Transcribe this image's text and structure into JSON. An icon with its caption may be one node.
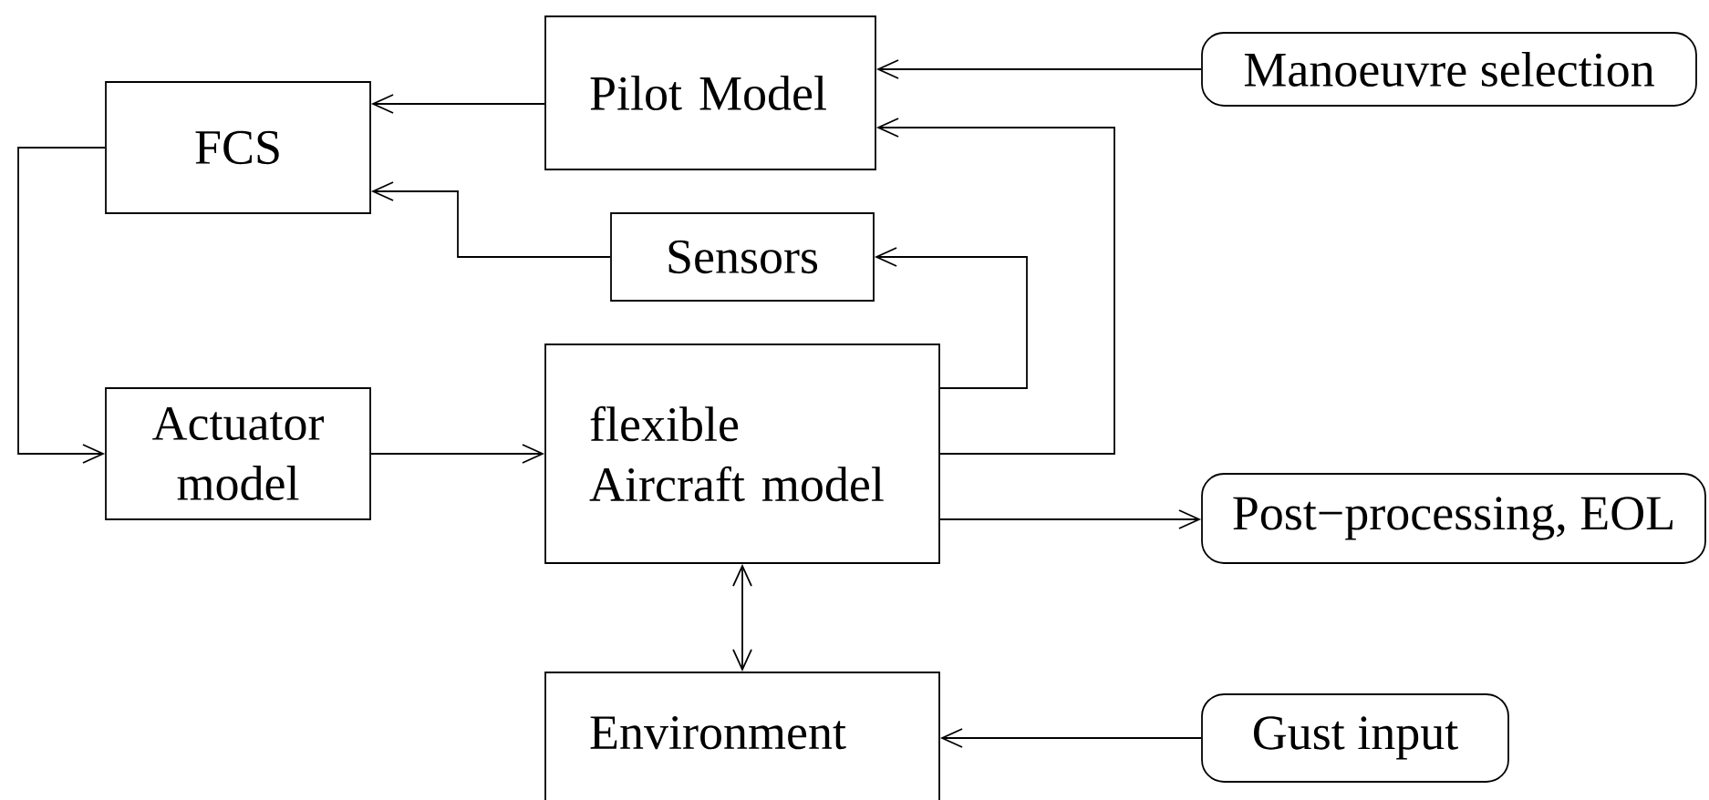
{
  "diagram": {
    "nodes": [
      {
        "text": [
          "Pilot Model"
        ]
      },
      {
        "text": [
          "Manoeuvre selection"
        ]
      },
      {
        "text": [
          "FCS"
        ]
      },
      {
        "text": [
          "Sensors"
        ]
      },
      {
        "text": [
          "Actuator model"
        ]
      },
      {
        "text": [
          "flexible Aircraft model"
        ]
      },
      {
        "text": [
          "Post−processing, EOL"
        ]
      },
      {
        "text": [
          "Environment"
        ]
      },
      {
        "text": [
          "Gust input"
        ]
      }
    ],
    "edges": [
      {
        "from": 1,
        "to": 0,
        "arrow": "to"
      },
      {
        "from": 0,
        "to": 2,
        "arrow": "to"
      },
      {
        "from": 3,
        "to": 2,
        "arrow": "to"
      },
      {
        "from": 2,
        "to": 4,
        "arrow": "to"
      },
      {
        "from": 4,
        "to": 5,
        "arrow": "to"
      },
      {
        "from": 5,
        "to": 3,
        "arrow": "to"
      },
      {
        "from": 5,
        "to": 0,
        "arrow": "to"
      },
      {
        "from": 5,
        "to": 6,
        "arrow": "to"
      },
      {
        "from": 5,
        "to": 7,
        "arrow": "both"
      },
      {
        "from": 8,
        "to": 7,
        "arrow": "to"
      }
    ]
  }
}
